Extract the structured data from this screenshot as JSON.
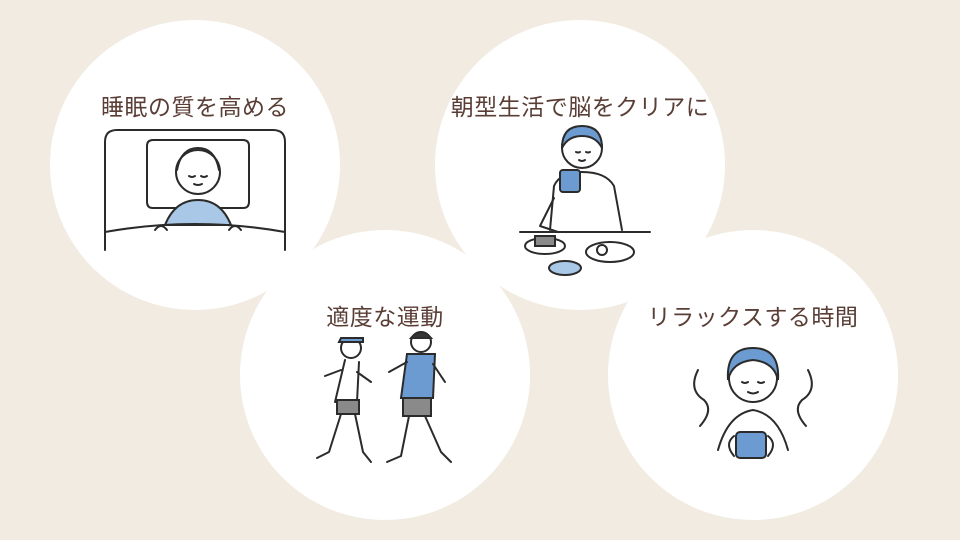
{
  "cards": [
    {
      "label": "睡眠の質を高める",
      "illustration": "sleeping-person-icon"
    },
    {
      "label": "朝型生活で脳をクリアに",
      "illustration": "breakfast-person-icon"
    },
    {
      "label": "適度な運動",
      "illustration": "walking-people-icon"
    },
    {
      "label": "リラックスする時間",
      "illustration": "relaxing-tea-person-icon"
    }
  ],
  "colors": {
    "background": "#f1ebe1",
    "circle": "#ffffff",
    "label_text": "#5a3e36",
    "accent_blue": "#6b9bd1",
    "light_blue": "#a9c7e6"
  }
}
